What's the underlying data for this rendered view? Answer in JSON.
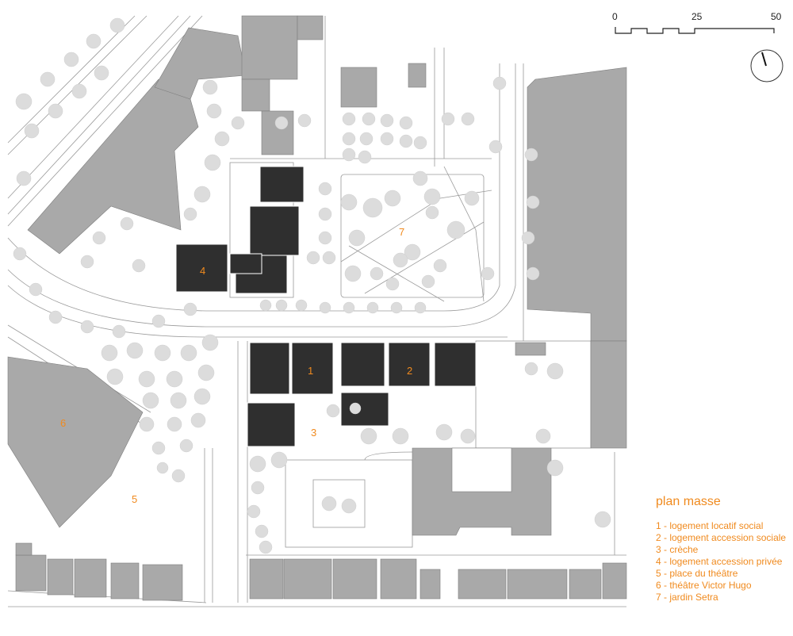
{
  "scale_bar": {
    "ticks": [
      "0",
      "25",
      "50"
    ]
  },
  "north_arrow": {
    "icon": "north-arrow-icon"
  },
  "legend": {
    "title": "plan masse",
    "items": [
      "1 - logement locatif social",
      "2 - logement accession sociale",
      "3 - crèche",
      "4 - logement accession privée",
      "5 - place du théâtre",
      "6 - théâtre Victor Hugo",
      "7 - jardin Setra"
    ]
  },
  "map_labels": [
    "1",
    "2",
    "3",
    "4",
    "5",
    "6",
    "7"
  ],
  "colors": {
    "labels": "#f08a1e",
    "new_buildings": "#2f2f2f",
    "existing_buildings": "#a9a9a9",
    "trees": "#dcdcdc",
    "lines": "#9a9a9a"
  }
}
